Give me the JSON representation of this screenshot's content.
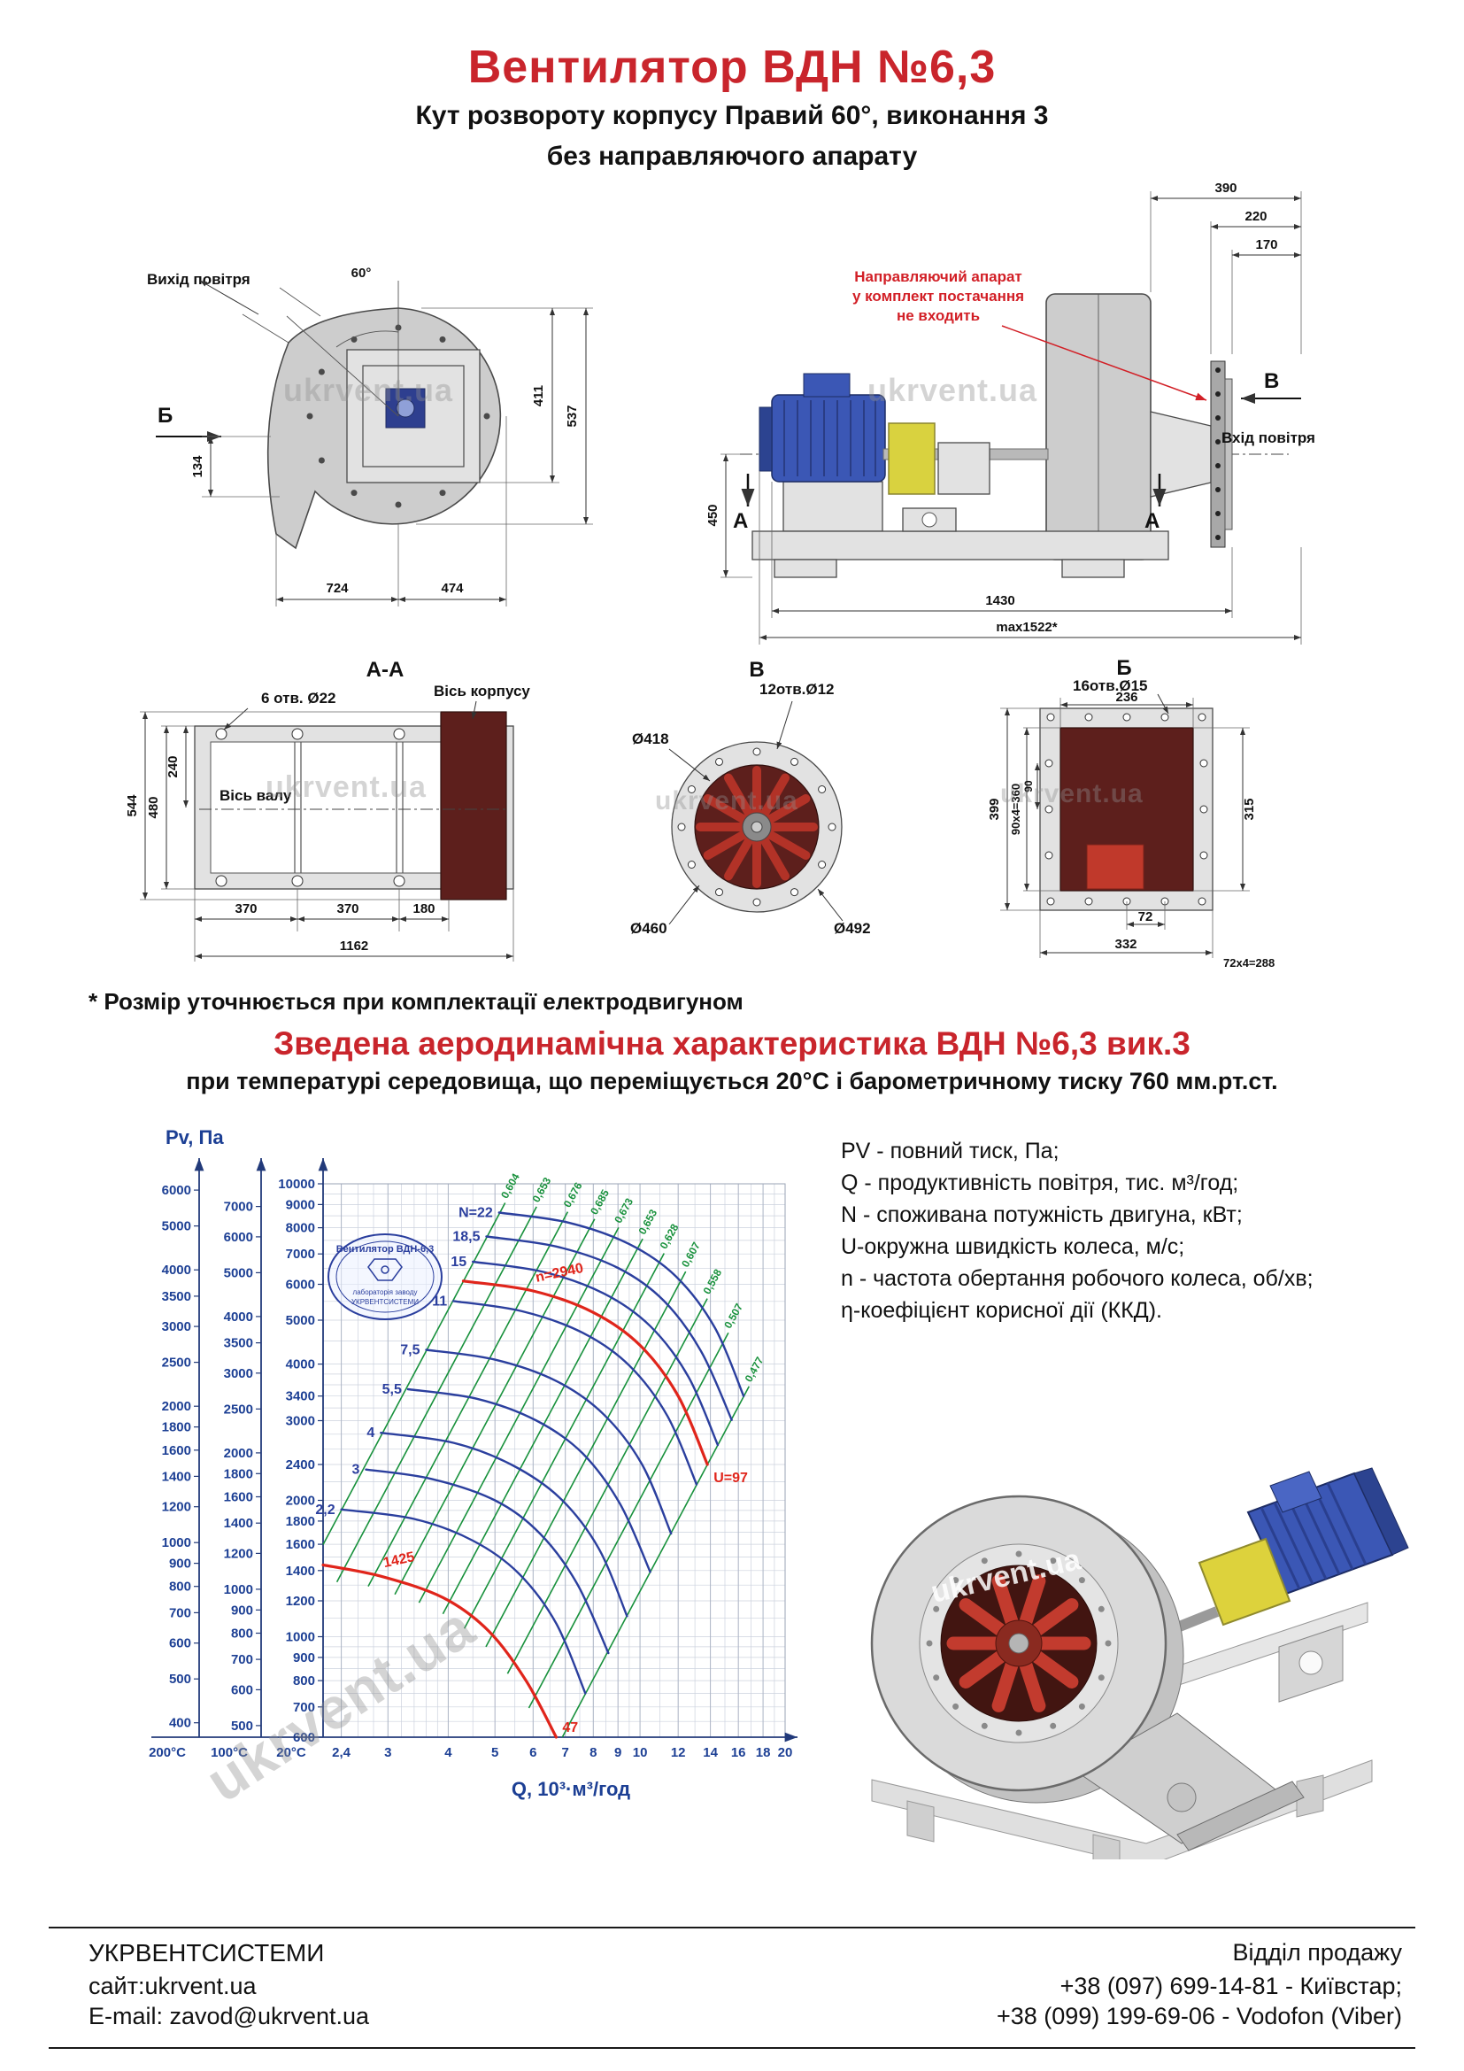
{
  "page": {
    "title": "Вентилятор  ВДН №6,3",
    "subtitle1": "Кут розвороту корпусу Правий 60°, виконання 3",
    "subtitle2": "без направляючого апарату"
  },
  "colors": {
    "accent_red": "#c9252c",
    "curve_blue": "#2b3f9e",
    "curve_green": "#18913c",
    "curve_red": "#e0251b",
    "axis_blue": "#1c3f94",
    "maroon": "#5d1f1c",
    "motor_blue": "#3b57b5",
    "guard_yellow": "#d9d23f"
  },
  "watermark": "ukrvent.ua",
  "drawings": {
    "left_view": {
      "angle": "60°",
      "air_out": "Вихід повітря",
      "marker": "Б",
      "d411": "411",
      "d537": "537",
      "d134": "134",
      "d724": "724",
      "d474": "474"
    },
    "side_view": {
      "note1": "Направляючий апарат",
      "note2": "у комплект постачання",
      "note3": "не входить",
      "marker_v": "В",
      "air_in": "Вхід повітря",
      "marker_a": "А",
      "d390": "390",
      "d220": "220",
      "d170": "170",
      "d450": "450",
      "d1430": "1430",
      "dmax": "max1522*"
    },
    "section_aa": {
      "title": "А-А",
      "holes": "6 отв. Ø22",
      "axis_body": "Вісь корпусу",
      "axis_shaft": "Вісь валу",
      "d544": "544",
      "d480": "480",
      "d240": "240",
      "d370": "370",
      "d180": "180",
      "d1162": "1162"
    },
    "view_v": {
      "title": "В",
      "holes": "12отв.Ø12",
      "d418": "Ø418",
      "d460": "Ø460",
      "d492": "Ø492"
    },
    "view_b": {
      "title": "Б",
      "holes": "16отв.Ø15",
      "d236": "236",
      "d399": "399",
      "d90x4": "90х4=360",
      "d90": "90",
      "d315": "315",
      "d72": "72",
      "d332": "332",
      "d72x4": "72х4=288"
    },
    "footnote": "* Розмір уточнюється при комплектації електродвигуном"
  },
  "aero": {
    "title": "Зведена аеродинамічна характеристика ВДН №6,3 вик.3",
    "subtitle": "при температурі середовища, що переміщується 20°С і барометричному тиску 760 мм.рт.ст.",
    "legend": [
      "PV - повний тиск, Па;",
      "Q - продуктивність повітря, тис. м³/год;",
      "N - споживана потужність двигуна, кВт;",
      "U-окружна швидкість колеса, м/с;",
      "n - частота обертання робочого колеса, об/хв;",
      "η-коефіцієнт корисної дії (ККД)."
    ],
    "stamp": {
      "line1": "Вентилятор ВДН-6,3",
      "line2": "лабораторія заводу",
      "line3": "УКРВЕНТСИСТЕМИ"
    }
  },
  "chart_data": {
    "type": "line",
    "title": "Зведена аеродинамічна характеристика ВДН №6,3 вик.3",
    "xlabel": "Q, 10³·м³/год",
    "ylabel": "Pv, Па",
    "x_scale": "log",
    "y_scale": "log",
    "xlim": [
      2.2,
      20
    ],
    "ylim": [
      600,
      10000
    ],
    "grid": true,
    "x_ticks": {
      "labels": [
        "2,4",
        "3",
        "4",
        "5",
        "6",
        "7",
        "8",
        "9",
        "10",
        "12",
        "14",
        "16",
        "18",
        "20"
      ],
      "values": [
        2.4,
        3,
        4,
        5,
        6,
        7,
        8,
        9,
        10,
        12,
        14,
        16,
        18,
        20
      ]
    },
    "y_axes": [
      {
        "temp": "200°C",
        "factor": 1.614,
        "labels": [
          "6000",
          "5000",
          "4000",
          "3500",
          "3000",
          "2500",
          "2000",
          "1800",
          "1600",
          "1400",
          "1200",
          "1000",
          "900",
          "800",
          "700",
          "600",
          "500",
          "400"
        ],
        "values": [
          6000,
          5000,
          4000,
          3500,
          3000,
          2500,
          2000,
          1800,
          1600,
          1400,
          1200,
          1000,
          900,
          800,
          700,
          600,
          500,
          400
        ]
      },
      {
        "temp": "100°C",
        "factor": 1.273,
        "labels": [
          "7000",
          "6000",
          "5000",
          "4000",
          "3500",
          "3000",
          "2500",
          "2000",
          "1800",
          "1600",
          "1400",
          "1200",
          "1000",
          "900",
          "800",
          "700",
          "600",
          "500"
        ],
        "values": [
          7000,
          6000,
          5000,
          4000,
          3500,
          3000,
          2500,
          2000,
          1800,
          1600,
          1400,
          1200,
          1000,
          900,
          800,
          700,
          600,
          500
        ]
      },
      {
        "temp": "20°C",
        "factor": 1,
        "labels": [
          "10000",
          "9000",
          "8000",
          "7000",
          "6000",
          "5000",
          "4000",
          "3400",
          "3000",
          "2400",
          "2000",
          "1800",
          "1600",
          "1400",
          "1200",
          "1000",
          "900",
          "800",
          "700",
          "600"
        ],
        "values": [
          10000,
          9000,
          8000,
          7000,
          6000,
          5000,
          4000,
          3400,
          3000,
          2400,
          2000,
          1800,
          1600,
          1400,
          1200,
          1000,
          900,
          800,
          700,
          600
        ]
      }
    ],
    "series": [
      {
        "name": "N=22",
        "points": [
          [
            5.1,
            8640
          ],
          [
            7.1,
            8210
          ],
          [
            9.5,
            7360
          ],
          [
            11.9,
            6230
          ],
          [
            14.3,
            4810
          ],
          [
            16.4,
            3400
          ]
        ]
      },
      {
        "name": "18,5",
        "points": [
          [
            4.8,
            7650
          ],
          [
            6.7,
            7270
          ],
          [
            9.0,
            6520
          ],
          [
            11.2,
            5520
          ],
          [
            13.4,
            4260
          ],
          [
            15.5,
            3010
          ]
        ]
      },
      {
        "name": "15",
        "points": [
          [
            4.5,
            6730
          ],
          [
            6.3,
            6390
          ],
          [
            8.4,
            5730
          ],
          [
            10.5,
            4850
          ],
          [
            12.6,
            3750
          ],
          [
            14.5,
            2650
          ]
        ]
      },
      {
        "name": "11",
        "points": [
          [
            4.1,
            5510
          ],
          [
            5.7,
            5230
          ],
          [
            7.6,
            4690
          ],
          [
            9.5,
            3970
          ],
          [
            11.4,
            3070
          ],
          [
            13.1,
            2170
          ]
        ]
      },
      {
        "name": "7,5",
        "points": [
          [
            3.6,
            4300
          ],
          [
            5.0,
            4090
          ],
          [
            6.7,
            3670
          ],
          [
            8.4,
            3100
          ],
          [
            10.1,
            2400
          ],
          [
            11.6,
            1690
          ]
        ]
      },
      {
        "name": "5,5",
        "points": [
          [
            3.3,
            3520
          ],
          [
            4.6,
            3350
          ],
          [
            6.1,
            3000
          ],
          [
            7.6,
            2540
          ],
          [
            9.1,
            1960
          ],
          [
            10.5,
            1390
          ]
        ]
      },
      {
        "name": "4",
        "points": [
          [
            2.9,
            2820
          ],
          [
            4.1,
            2680
          ],
          [
            5.4,
            2400
          ],
          [
            6.8,
            2030
          ],
          [
            8.2,
            1570
          ],
          [
            9.4,
            1110
          ]
        ]
      },
      {
        "name": "3",
        "points": [
          [
            2.7,
            2340
          ],
          [
            3.7,
            2230
          ],
          [
            5.0,
            2000
          ],
          [
            6.2,
            1690
          ],
          [
            7.4,
            1310
          ],
          [
            8.6,
            920
          ]
        ]
      },
      {
        "name": "2,2",
        "points": [
          [
            2.4,
            1910
          ],
          [
            3.4,
            1820
          ],
          [
            4.5,
            1630
          ],
          [
            5.6,
            1380
          ],
          [
            6.7,
            1070
          ],
          [
            7.7,
            750
          ]
        ]
      }
    ],
    "speed_curves": [
      {
        "name": "n=2940",
        "end_label": "U=97",
        "points": [
          [
            4.3,
            6100
          ],
          [
            6,
            5800
          ],
          [
            8,
            5200
          ],
          [
            10,
            4400
          ],
          [
            12,
            3400
          ],
          [
            13.8,
            2400
          ]
        ]
      },
      {
        "name": "1425",
        "end_label": "47",
        "points": [
          [
            2.2,
            1440
          ],
          [
            2.9,
            1360
          ],
          [
            3.9,
            1220
          ],
          [
            4.85,
            1030
          ],
          [
            5.8,
            800
          ],
          [
            6.7,
            600
          ]
        ]
      }
    ],
    "efficiency_lines": [
      {
        "label": "0,604",
        "points": [
          [
            2.2,
            1597
          ],
          [
            5.25,
            9078
          ]
        ]
      },
      {
        "label": "0,653",
        "points": [
          [
            2.35,
            1321
          ],
          [
            6.1,
            8900
          ]
        ]
      },
      {
        "label": "0,676",
        "points": [
          [
            2.73,
            1292
          ],
          [
            7.08,
            8676
          ]
        ]
      },
      {
        "label": "0,685",
        "points": [
          [
            3.1,
            1240
          ],
          [
            8.05,
            8364
          ]
        ]
      },
      {
        "label": "0,673",
        "points": [
          [
            3.48,
            1189
          ],
          [
            9.03,
            8007
          ]
        ]
      },
      {
        "label": "0,653",
        "points": [
          [
            3.9,
            1123
          ],
          [
            10.13,
            7561
          ]
        ]
      },
      {
        "label": "0,628",
        "points": [
          [
            4.32,
            1043
          ],
          [
            11.22,
            7024
          ]
        ]
      },
      {
        "label": "0,607",
        "points": [
          [
            4.79,
            950
          ],
          [
            12.44,
            6400
          ]
        ]
      },
      {
        "label": "0,558",
        "points": [
          [
            5.31,
            829
          ],
          [
            13.79,
            5581
          ]
        ]
      },
      {
        "label": "0,507",
        "points": [
          [
            5.88,
            696
          ],
          [
            15.25,
            4688
          ]
        ]
      },
      {
        "label": "0,477",
        "points": [
          [
            6.9,
            600
          ],
          [
            16.84,
            3572
          ]
        ]
      }
    ]
  },
  "footer": {
    "company": "УКРВЕНТСИСТЕМИ",
    "site": "сайт:ukrvent.ua",
    "email": "E-mail: zavod@ukrvent.ua",
    "sales": "Відділ продажу",
    "phone1": "+38 (097) 699-14-81 - Київстар;",
    "phone2": "+38 (099) 199-69-06 - Vodofon (Viber)"
  }
}
